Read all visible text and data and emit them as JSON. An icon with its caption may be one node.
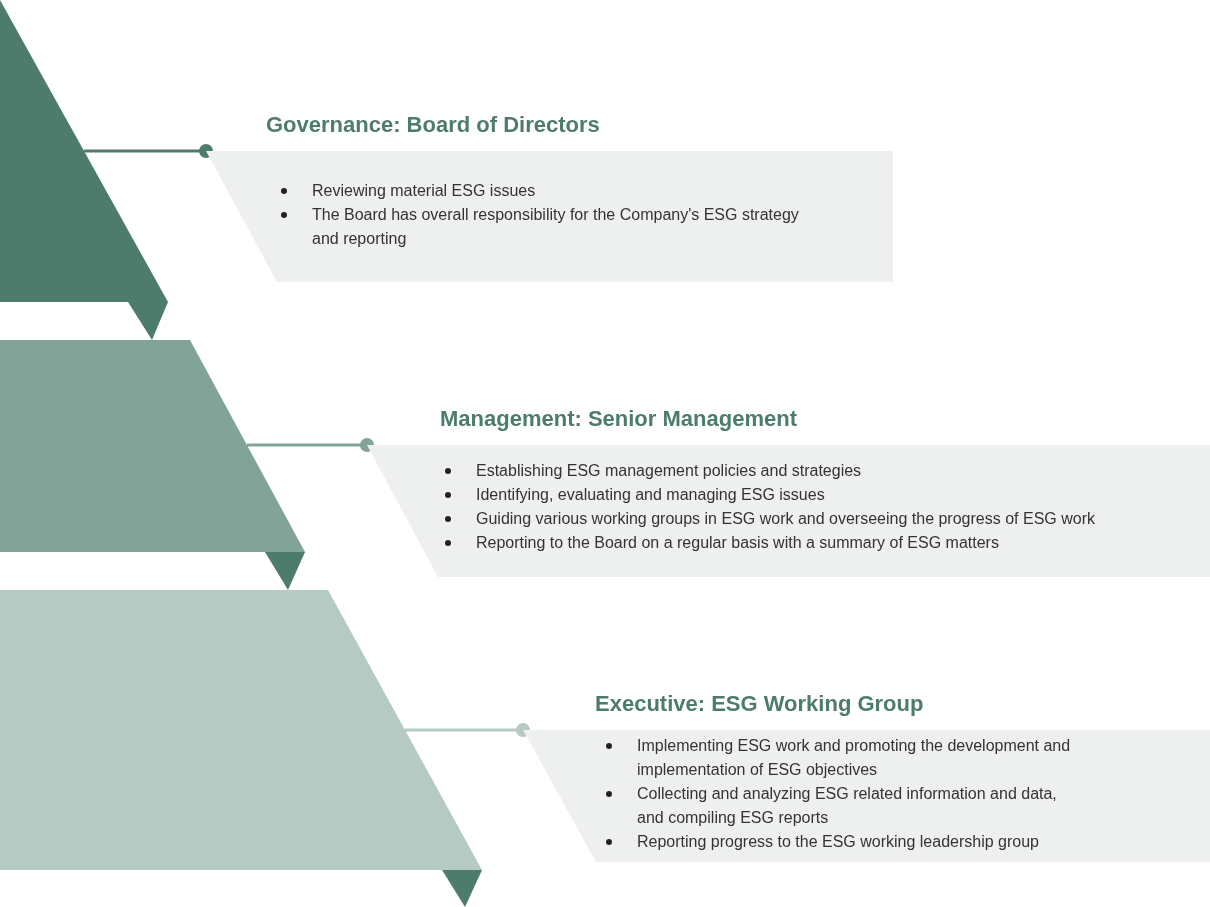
{
  "diagram": {
    "nodes": [
      {
        "text": [],
        "shape": "trapezoid"
      },
      {
        "text": [],
        "shape": "trapezoid"
      },
      {
        "text": [],
        "shape": "trapezoid"
      },
      {
        "text": [
          "Governance: Board of Directors",
          "Reviewing material ESG issues",
          "The Board has overall responsibility for the Company's ESG strategy and reporting"
        ]
      },
      {
        "text": [
          "Management: Senior Management",
          "Establishing ESG management policies and strategies",
          "Identifying, evaluating and managing ESG issues",
          "Guiding various working groups in ESG work and overseeing the progress of ESG work",
          "Reporting to the Board on a regular basis with a summary of ESG matters"
        ]
      },
      {
        "text": [
          "Executive: ESG Working Group",
          "Implementing ESG work and promoting the development and implementation of ESG objectives",
          "Collecting and analyzing ESG related information and data, and compiling ESG reports",
          "Reporting progress to the ESG working leadership group"
        ]
      }
    ],
    "edges": [
      {
        "from": 0,
        "to": 3,
        "arrow": "other",
        "color": "#4e7c6c"
      },
      {
        "from": 1,
        "to": 4,
        "arrow": "other",
        "color": "#82a398"
      },
      {
        "from": 2,
        "to": 5,
        "arrow": "other",
        "color": "#b5cac3"
      }
    ]
  }
}
